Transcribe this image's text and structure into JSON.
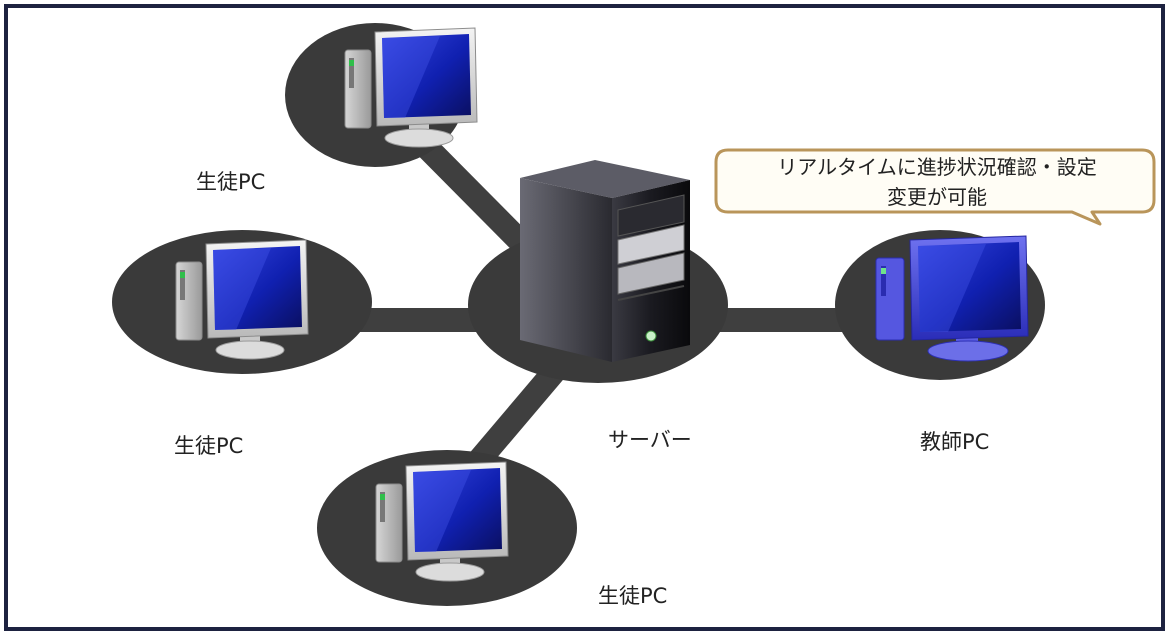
{
  "nodes": {
    "student_top": {
      "label": "生徒PC",
      "icon": "desktop-computer-icon"
    },
    "student_left": {
      "label": "生徒PC",
      "icon": "desktop-computer-icon"
    },
    "student_bottom": {
      "label": "生徒PC",
      "icon": "desktop-computer-icon"
    },
    "server": {
      "label": "サーバー",
      "icon": "server-tower-icon"
    },
    "teacher": {
      "label": "教師PC",
      "icon": "desktop-computer-icon"
    }
  },
  "callout": {
    "line1": "リアルタイムに進捗状況確認・設定",
    "line2": "変更が可能"
  },
  "colors": {
    "node_fill": "#3a3a3a",
    "connector": "#3f3f3f",
    "frame_border": "#1d2240",
    "callout_fill": "#fffdf5",
    "callout_border": "#b9955a",
    "student_screen": "#1a2fbf",
    "teacher_monitor": "#3c3fd8"
  }
}
